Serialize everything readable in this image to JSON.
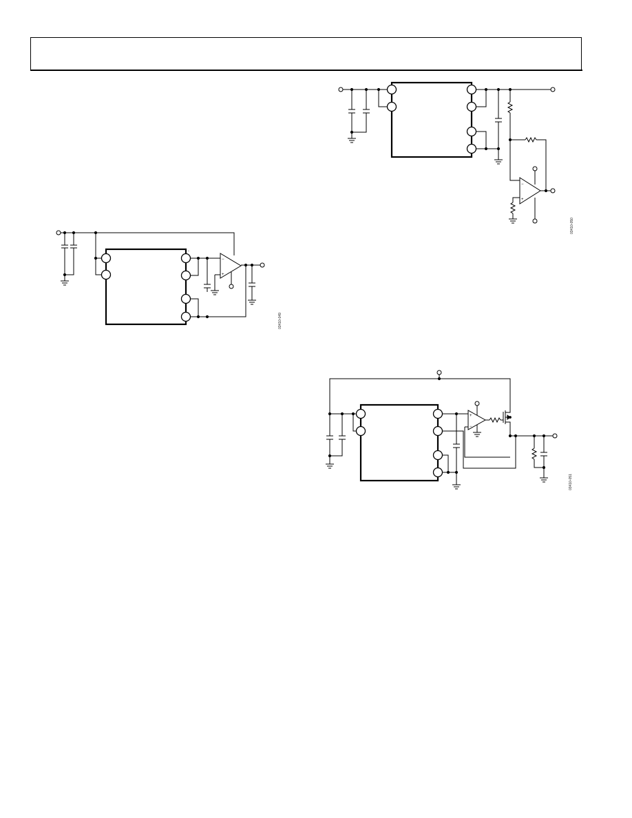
{
  "page": {
    "header_text": ""
  },
  "figures": {
    "fig_left": {
      "id_code": "03410-049",
      "minus_mark": "-"
    },
    "fig_top_right": {
      "id_code": "03410-050"
    },
    "fig_bottom_right": {
      "id_code": "03410-051"
    }
  },
  "colors": {
    "ink": "#000000",
    "background": "#ffffff"
  }
}
